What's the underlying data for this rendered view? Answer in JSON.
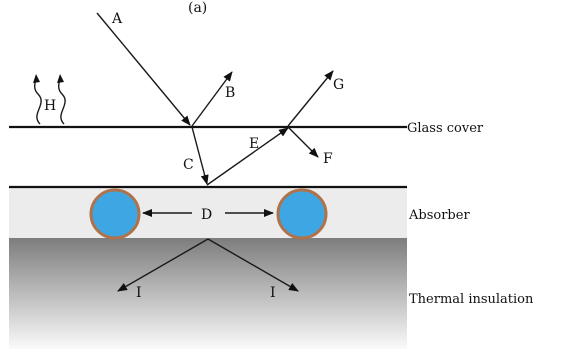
{
  "caption": "(a)",
  "layers": {
    "glass_cover": "Glass cover",
    "absorber": "Absorber",
    "thermal_insulation": "Thermal insulation"
  },
  "ray_labels": {
    "A": "A",
    "B": "B",
    "C": "C",
    "D": "D",
    "E": "E",
    "F": "F",
    "G": "G",
    "H": "H",
    "I_left": "I",
    "I_right": "I"
  },
  "colors": {
    "tube_fill": "#3ea7e3",
    "tube_stroke": "#b0724a",
    "absorber_fill": "#ececec",
    "insulation_top": "#7d7d7d",
    "insulation_bottom": "#fafafa",
    "line": "#111111"
  }
}
